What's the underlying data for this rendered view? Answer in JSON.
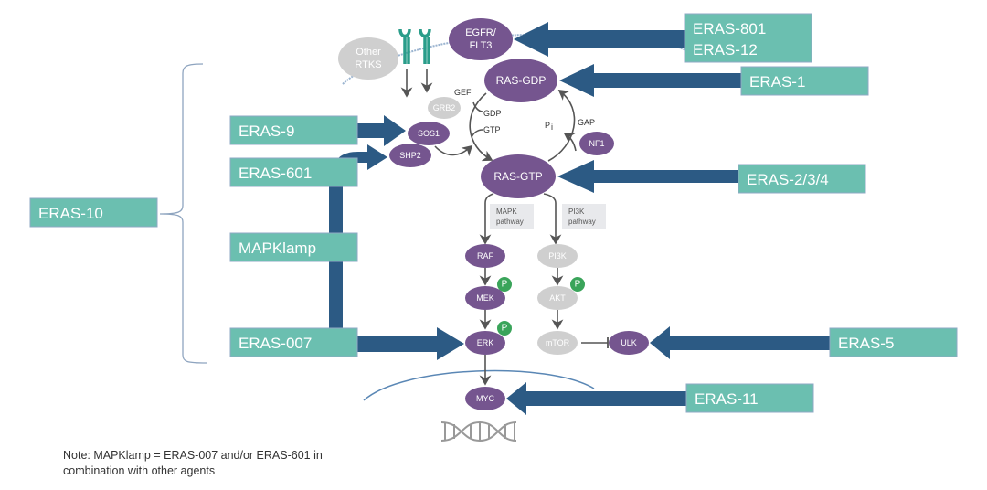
{
  "nodes": {
    "other_rtks": [
      "Other",
      "RTKS"
    ],
    "egfr": [
      "EGFR/",
      "FLT3"
    ],
    "ras_gdp": "RAS-GDP",
    "ras_gtp": "RAS-GTP",
    "grb2": "GRB2",
    "sos1": "SOS1",
    "shp2": "SHP2",
    "nf1": "NF1",
    "raf": "RAF",
    "mek": "MEK",
    "erk": "ERK",
    "pi3k": "PI3K",
    "akt": "AKT",
    "mtor": "mTOR",
    "ulk": "ULK",
    "myc": "MYC"
  },
  "labels": {
    "gef": "GEF",
    "gap": "GAP",
    "gdp": "GDP",
    "gtp": "GTP",
    "pi": "P",
    "pi_sub": "i",
    "phospho": "P",
    "mapk_pathway": [
      "MAPK",
      "pathway"
    ],
    "pi3k_pathway": [
      "PI3K",
      "pathway"
    ]
  },
  "drugs": {
    "eras_801_12": [
      "ERAS-801",
      "ERAS-12"
    ],
    "eras_1": "ERAS-1",
    "eras_234": "ERAS-2/3/4",
    "eras_5": "ERAS-5",
    "eras_11": "ERAS-11",
    "eras_9": "ERAS-9",
    "eras_601": "ERAS-601",
    "mapklamp": "MAPKlamp",
    "eras_007": "ERAS-007",
    "eras_10": "ERAS-10"
  },
  "colors": {
    "drug_box": "#6bbfb0",
    "arrow": "#2c5a84",
    "protein": "#75558f",
    "inactive": "#cfcfcf",
    "receptor": "#2a9d8a",
    "phospho_badge": "#3aa45a"
  },
  "note": "Note: MAPKlamp = ERAS-007 and/or ERAS-601 in combination with other agents"
}
